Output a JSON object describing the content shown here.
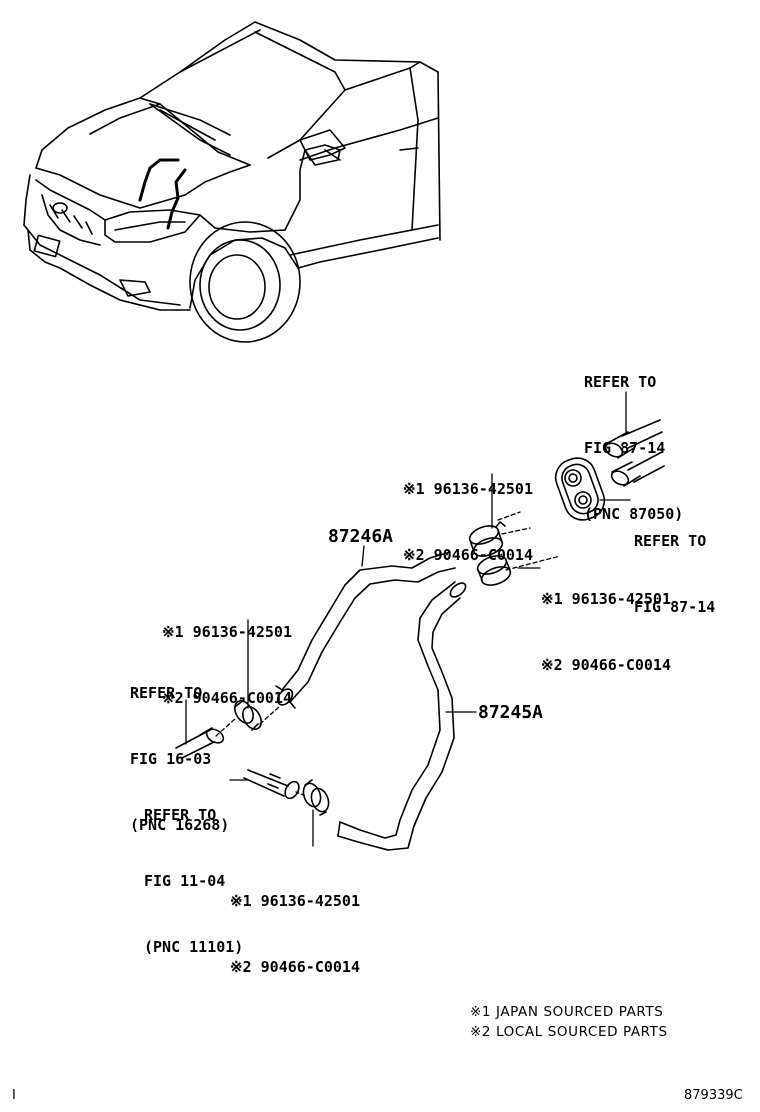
{
  "labels": {
    "refer_87050": [
      "REFER TO",
      "FIG 87-14",
      "(PNC 87050)"
    ],
    "refer_87_14": [
      "REFER TO",
      "FIG 87-14"
    ],
    "refer_16_03": [
      "REFER TO",
      "FIG 16-03",
      "(PNC 16268)"
    ],
    "refer_11_04": [
      "REFER TO",
      "FIG 11-04",
      "(PNC 11101)"
    ],
    "clamp_top": [
      "※1 96136-42501",
      "※2 90466-C0014"
    ],
    "clamp_right": [
      "※1 96136-42501",
      "※2 90466-C0014"
    ],
    "clamp_left": [
      "※1 96136-42501",
      "※2 90466-C0014"
    ],
    "clamp_bottom": [
      "※1 96136-42501",
      "※2 90466-C0014"
    ]
  },
  "parts": {
    "hose_upper": "87246A",
    "hose_lower": "87245A"
  },
  "notes": {
    "japan": "※1 JAPAN SOURCED PARTS",
    "local": "※2 LOCAL SOURCED PARTS"
  },
  "footer": {
    "left_mark": "I",
    "illustration_no": "879339C"
  }
}
